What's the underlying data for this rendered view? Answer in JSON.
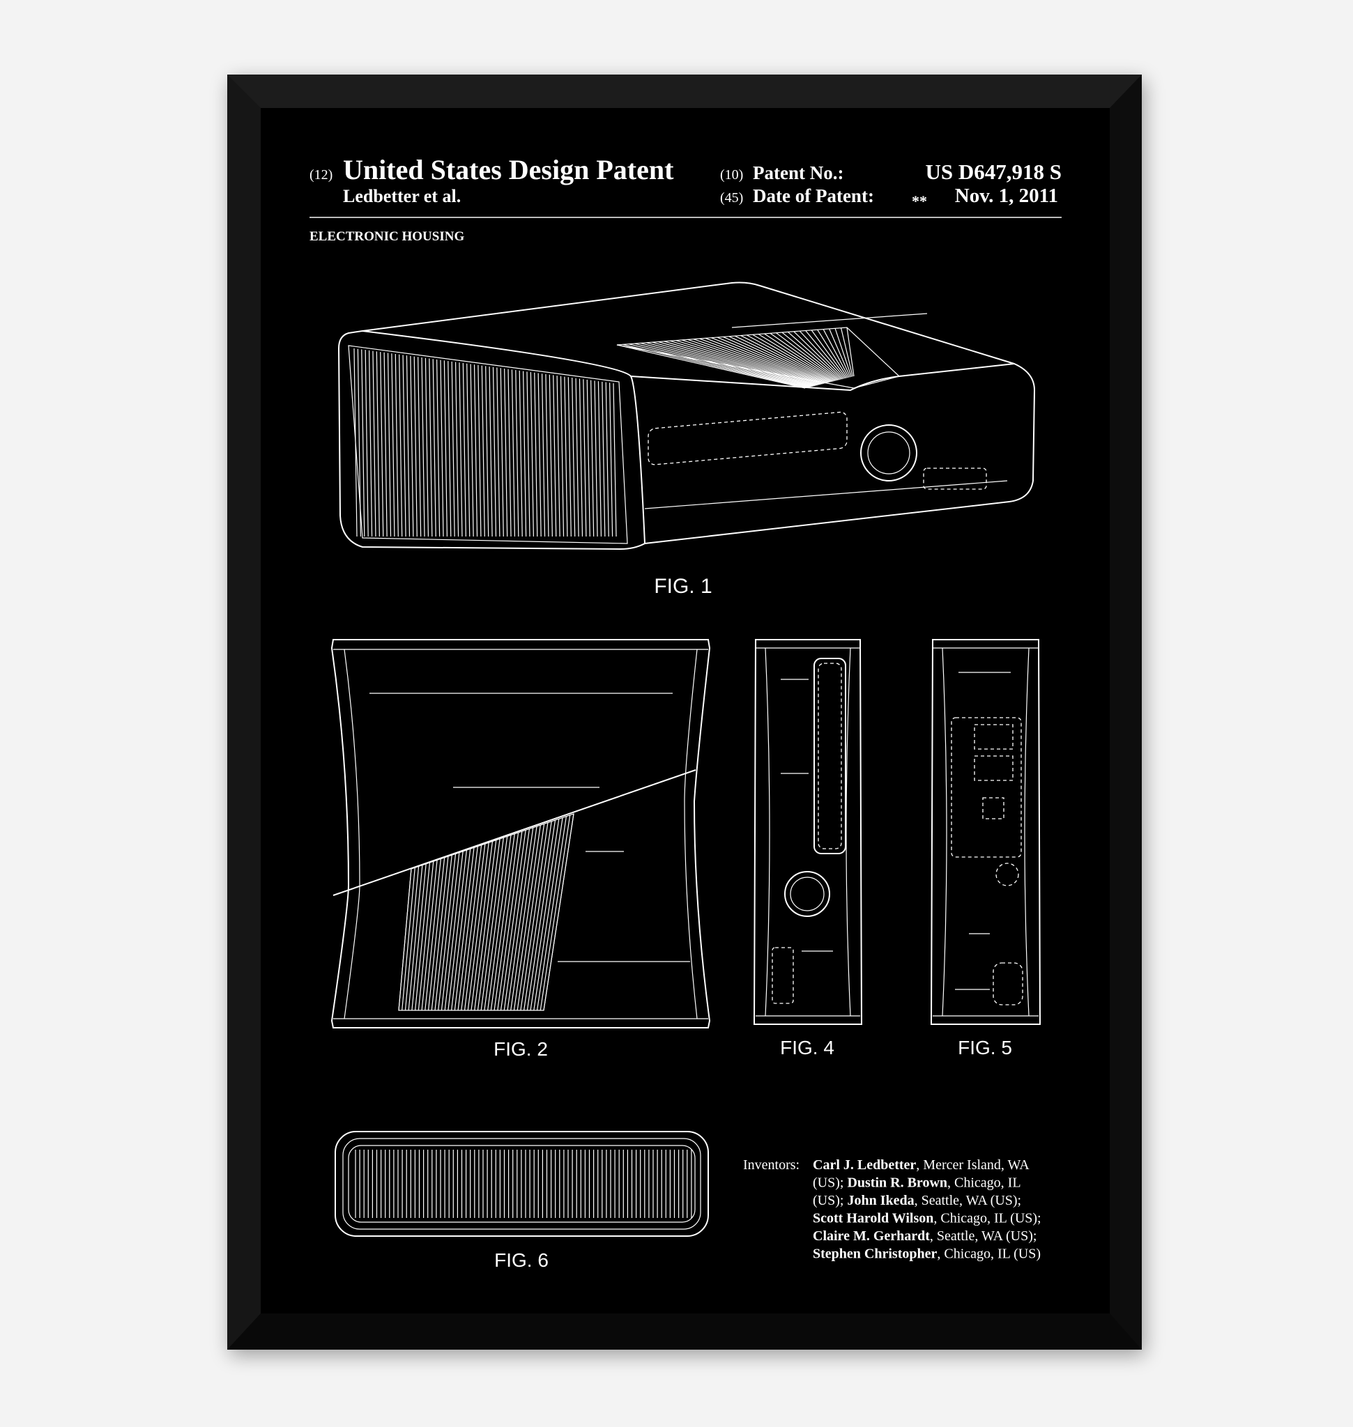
{
  "header": {
    "title_code": "(12)",
    "title": "United States Design Patent",
    "assignee_line": "Ledbetter et al.",
    "patent_no_code": "(10)",
    "patent_no_label": "Patent No.:",
    "patent_no_value": "US D647,918 S",
    "date_code": "(45)",
    "date_label": "Date of Patent:",
    "date_marker": "**",
    "date_value": "Nov. 1, 2011"
  },
  "subject": "ELECTRONIC HOUSING",
  "figures": {
    "fig1": "FIG. 1",
    "fig2": "FIG. 2",
    "fig4": "FIG. 4",
    "fig5": "FIG. 5",
    "fig6": "FIG. 6"
  },
  "inventors": {
    "label": "Inventors:",
    "lines": [
      [
        {
          "b": "Carl J. Ledbetter"
        },
        {
          "t": ", Mercer Island, WA"
        }
      ],
      [
        {
          "t": "(US); "
        },
        {
          "b": "Dustin R. Brown"
        },
        {
          "t": ", Chicago, IL"
        }
      ],
      [
        {
          "t": "(US); "
        },
        {
          "b": "John Ikeda"
        },
        {
          "t": ", Seattle, WA (US);"
        }
      ],
      [
        {
          "b": "Scott Harold Wilson"
        },
        {
          "t": ", Chicago, IL (US);"
        }
      ],
      [
        {
          "b": "Claire M. Gerhardt"
        },
        {
          "t": ", Seattle, WA (US);"
        }
      ],
      [
        {
          "b": "Stephen Christopher"
        },
        {
          "t": ", Chicago, IL (US)"
        }
      ]
    ]
  },
  "colors": {
    "poster": "#000000",
    "ink": "#ffffff",
    "wall": "#f3f3f3"
  }
}
